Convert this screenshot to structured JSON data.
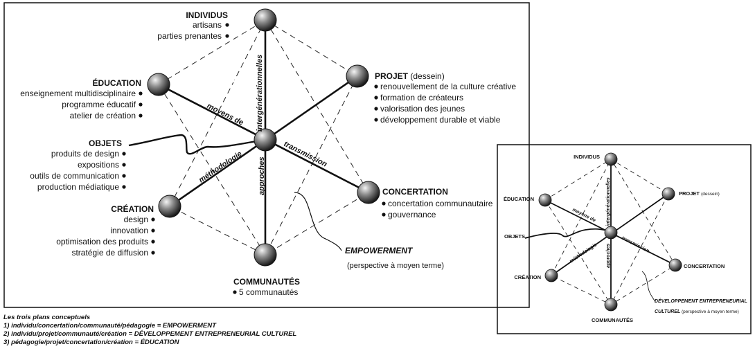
{
  "main": {
    "individus": {
      "title": "INDIVIDUS",
      "items": [
        "artisans",
        "parties  prenantes"
      ]
    },
    "education": {
      "title": "ÉDUCATION",
      "items": [
        "enseignement multidisciplinaire",
        "programme éducatif",
        "atelier de création"
      ]
    },
    "objets": {
      "title": "OBJETS",
      "items": [
        "produits de design",
        "expositions",
        "outils de communication",
        "production médiatique"
      ]
    },
    "creation": {
      "title": "CRÉATION",
      "items": [
        "design",
        "innovation",
        "optimisation des produits",
        "stratégie de diffusion"
      ]
    },
    "projet": {
      "title": "PROJET",
      "subtitle": " (dessein)",
      "items": [
        "renouvellement de la culture créative",
        "formation de créateurs",
        "valorisation des jeunes",
        "développement durable et viable"
      ]
    },
    "concertation": {
      "title": "CONCERTATION",
      "items": [
        "concertation communautaire",
        "gouvernance"
      ]
    },
    "communautes": {
      "title": "COMMUNAUTÉS",
      "items": [
        "5 communautés"
      ]
    },
    "axes": {
      "moyens": "moyens de",
      "inter": "intergénérationnelles",
      "transmission": "transmission",
      "methodologie": "méthodologie",
      "approches": "approches"
    },
    "empowerment": "EMPOWERMENT",
    "perspective": "(perspective à moyen terme)"
  },
  "inset": {
    "individus": "INDIVIDUS",
    "education": "ÉDUCATION",
    "projet": "PROJET",
    "projet_sub": "(dessein)",
    "objets": "OBJETS",
    "creation": "CRÉATION",
    "concertation": "CONCERTATION",
    "communautes": "COMMUNAUTÉS",
    "axes": {
      "moyens": "moyens de",
      "inter": "intergénérationnelles",
      "transmission": "transmission",
      "methodologie": "méthodologie",
      "approches": "approches"
    },
    "dev1": "DÉVELOPPEMENT ENTREPRENEURIAL",
    "dev2": "CULTUREL",
    "dev_sub": " (perspective à moyen terme)"
  },
  "notes": {
    "title": "Les trois plans conceptuels",
    "line1": "1) individu/concertation/communauté/pédagogie = EMPOWERMENT",
    "line2": "2) individu/projet/communauté/création = DÉVELOPPEMENT ENTREPRENEURIAL CULTUREL",
    "line3": "3) pédagogie/projet/concertation/création = ÉDUCATION"
  }
}
